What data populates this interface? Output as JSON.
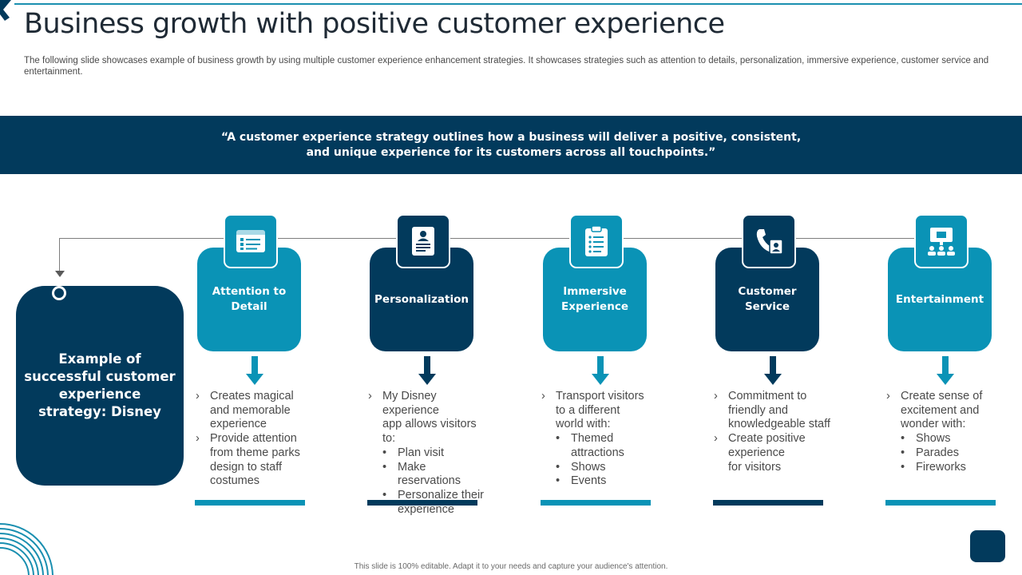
{
  "slide": {
    "title": "Business growth with positive customer experience",
    "subtitle": "The following slide showcases example of business growth by using multiple customer experience enhancement strategies. It showcases strategies such as attention to details, personalization, immersive experience, customer service and entertainment.",
    "quote": "“A customer experience strategy outlines how a business will deliver a positive, consistent, and unique experience for its customers across all touchpoints.”",
    "example_label": "Example of successful customer experience strategy: Disney",
    "footer": "This slide is 100% editable.  Adapt it to your needs and capture your audience's attention.",
    "colors": {
      "dark": "#023a5c",
      "light": "#0a93b6"
    }
  },
  "strategies": [
    {
      "label": "Attention to Detail",
      "icon": "checklist-window-icon",
      "theme": "light",
      "bullets": [
        {
          "type": "chevron",
          "text": "Creates magical"
        },
        {
          "type": "cont",
          "text": "and memorable"
        },
        {
          "type": "cont",
          "text": "experience"
        },
        {
          "type": "chevron",
          "text": "Provide attention"
        },
        {
          "type": "cont",
          "text": "from theme parks"
        },
        {
          "type": "cont",
          "text": "design to staff"
        },
        {
          "type": "cont",
          "text": "costumes"
        }
      ]
    },
    {
      "label": "Personalization",
      "icon": "profile-document-icon",
      "theme": "dark",
      "bullets": [
        {
          "type": "chevron",
          "text": "My Disney experience"
        },
        {
          "type": "cont",
          "text": "app allows visitors to:"
        },
        {
          "type": "dot",
          "text": "Plan visit"
        },
        {
          "type": "dot",
          "text": "Make reservations"
        },
        {
          "type": "dot",
          "text": "Personalize their"
        },
        {
          "type": "subcont",
          "text": "experience"
        }
      ]
    },
    {
      "label": "Immersive Experience",
      "icon": "clipboard-list-icon",
      "theme": "light",
      "bullets": [
        {
          "type": "chevron",
          "text": "Transport visitors"
        },
        {
          "type": "cont",
          "text": "to a different"
        },
        {
          "type": "cont",
          "text": "world with:"
        },
        {
          "type": "dot",
          "text": "Themed"
        },
        {
          "type": "subcont",
          "text": "attractions"
        },
        {
          "type": "dot",
          "text": "Shows"
        },
        {
          "type": "dot",
          "text": "Events"
        }
      ]
    },
    {
      "label": "Customer Service",
      "icon": "phone-support-icon",
      "theme": "dark",
      "bullets": [
        {
          "type": "chevron",
          "text": "Commitment to"
        },
        {
          "type": "cont",
          "text": "friendly and"
        },
        {
          "type": "cont",
          "text": "knowledgeable staff"
        },
        {
          "type": "chevron",
          "text": "Create positive"
        },
        {
          "type": "cont",
          "text": "experience"
        },
        {
          "type": "cont",
          "text": "for visitors"
        }
      ]
    },
    {
      "label": "Entertainment",
      "icon": "audience-screen-icon",
      "theme": "light",
      "bullets": [
        {
          "type": "chevron",
          "text": "Create sense of"
        },
        {
          "type": "cont",
          "text": "excitement and"
        },
        {
          "type": "cont",
          "text": "wonder with:"
        },
        {
          "type": "dot",
          "text": "Shows"
        },
        {
          "type": "dot",
          "text": "Parades"
        },
        {
          "type": "dot",
          "text": "Fireworks"
        }
      ]
    }
  ]
}
